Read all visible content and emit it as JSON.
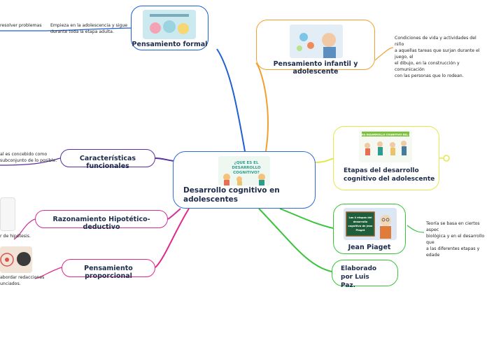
{
  "central": {
    "title": "Desarrollo cognitivo en adolescentes",
    "image_caption": "¿QUE ES EL DESARROLLO COGNITIVO?"
  },
  "branches": [
    {
      "id": "formal",
      "label": "Pensamiento formal",
      "color": "#1f5fd6",
      "notes": [
        "resolver problemas",
        "Empieza en la adolescencia y sigue\ndurante toda la etapa adulta."
      ]
    },
    {
      "id": "infantil",
      "label": "Pensamiento infantil y adolescente",
      "color": "#f0a030",
      "notes": [
        "Condiciones de vida y actividades del niño\na aquellas tareas que surjan durante el juego, el\nel dibujo, en la construcción y comunicación\ncon las personas que lo rodean."
      ]
    },
    {
      "id": "etapas",
      "label": "Etapas del desarrollo cognitivo del adolescente",
      "color": "#e4e84a",
      "image_caption": "ETAPAS DESARROLLO COGNITIVO DEL NIÑO",
      "notes": []
    },
    {
      "id": "piaget",
      "label": "Jean Piaget",
      "color": "#3ac43a",
      "image_caption": "Las 4 etapas del desarrollo cognitivo de Jean Piaget",
      "notes": [
        "Teoría se basa en ciertos aspec\nbiológica y en el desarrollo que\na las diferentes etapas y edade"
      ]
    },
    {
      "id": "elaborado",
      "label": "Elaborado por Luis Paz.",
      "color": "#3ac43a",
      "notes": []
    },
    {
      "id": "funcionales",
      "label": "Características funcionales",
      "color": "#5a2fa0",
      "notes": [
        "al es concebido como\nsubconjunto de lo posible."
      ]
    },
    {
      "id": "hipotetico",
      "label": "Razonamiento Hipotético-deductivo",
      "color": "#d0309a",
      "notes": [
        "r de hipótesis."
      ]
    },
    {
      "id": "proporcional",
      "label": "Pensamiento proporcional",
      "color": "#e0288a",
      "notes": [
        "abordar redacciones\nunciados."
      ]
    }
  ],
  "colors": {
    "central_border": "#2f6bd8",
    "title_text": "#1c2b4a"
  }
}
